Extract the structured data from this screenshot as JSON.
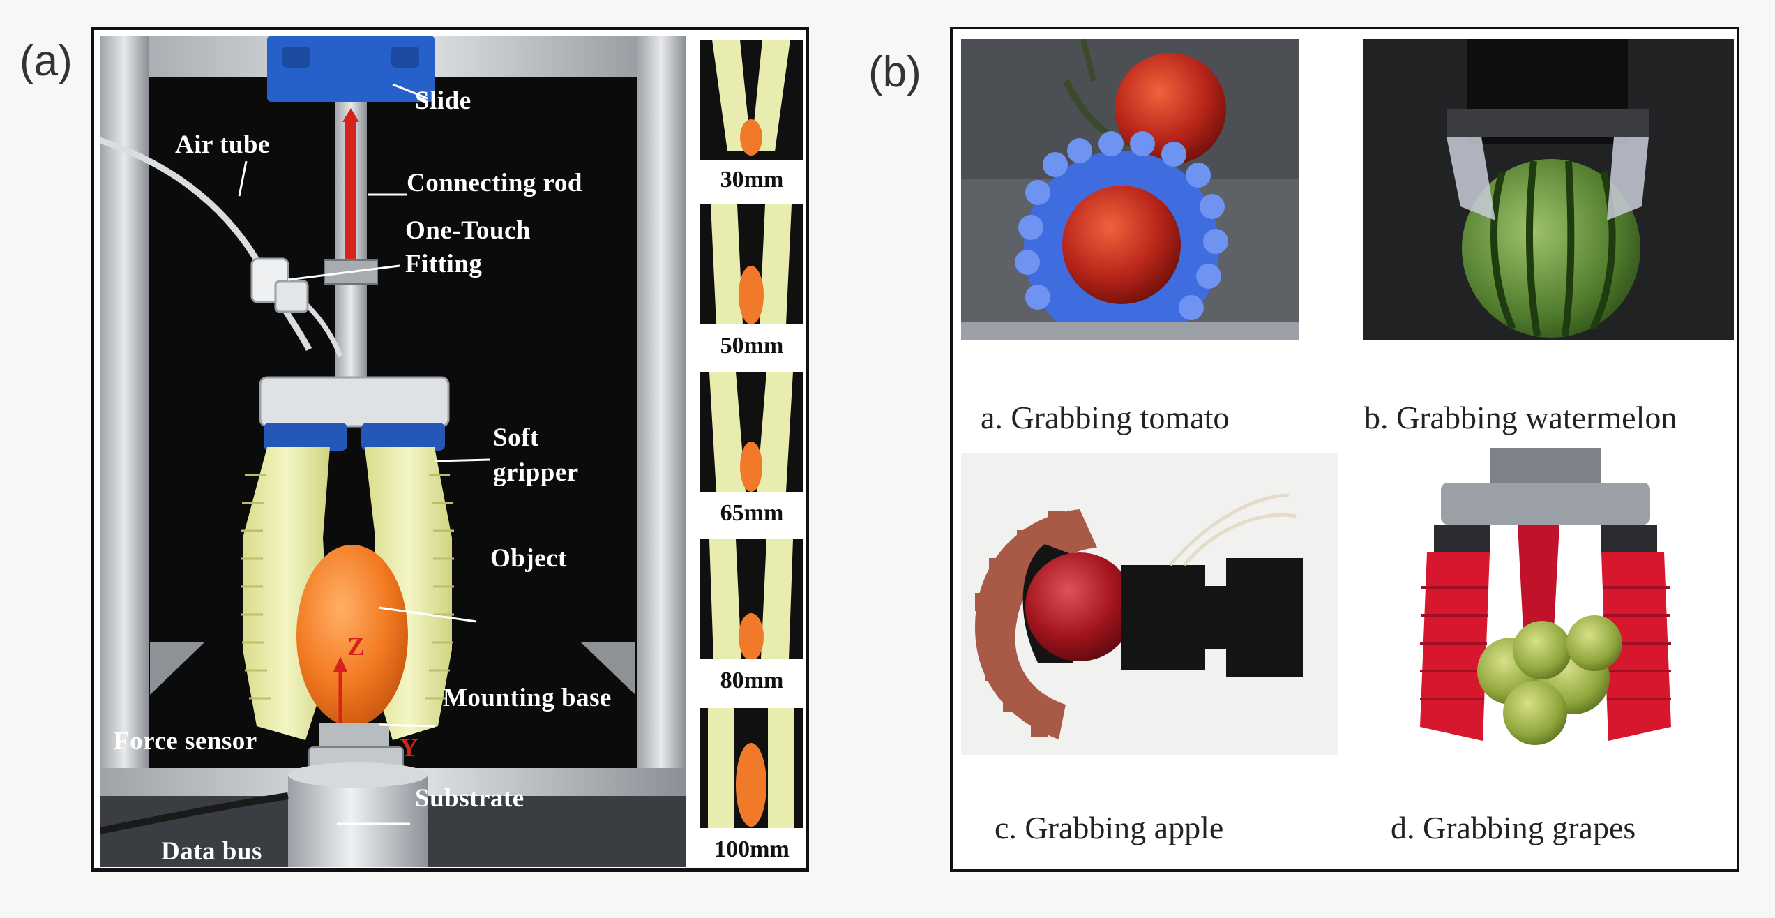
{
  "panel_a": {
    "label": "(a)",
    "callouts": {
      "slide": "Slide",
      "connecting_rod": "Connecting rod",
      "air_tube": "Air tube",
      "one_touch_line1": "One-Touch",
      "one_touch_line2": "Fitting",
      "soft_gripper_line1": "Soft",
      "soft_gripper_line2": "gripper",
      "object": "Object",
      "mounting_base": "Mounting base",
      "force_sensor": "Force sensor",
      "substrate": "Substrate",
      "data_bus": "Data bus",
      "axis_z": "Z",
      "axis_y": "Y"
    },
    "thumbnails": [
      "30mm",
      "50mm",
      "65mm",
      "80mm",
      "100mm"
    ]
  },
  "panel_b": {
    "label": "(b)",
    "captions": {
      "a": "a. Grabbing tomato",
      "b": "b. Grabbing watermelon",
      "c": "c. Grabbing apple",
      "d": "d. Grabbing grapes"
    }
  },
  "colors": {
    "frame": "#111111",
    "gripper_yellow": "#e9ecae",
    "object_orange": "#f07a2a",
    "rod_red": "#d8221c",
    "blue_gripper": "#3f6de0",
    "red_gripper": "#d6172e",
    "brown_gripper": "#a85a46"
  }
}
